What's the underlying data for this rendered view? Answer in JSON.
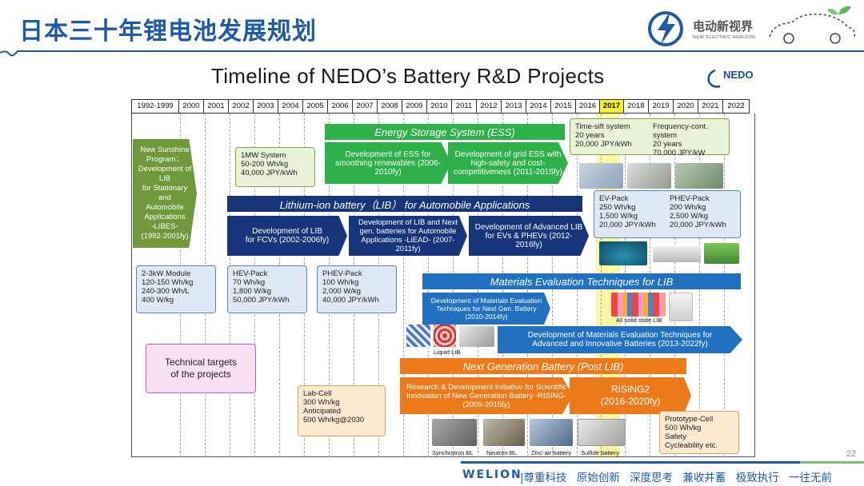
{
  "header": {
    "title": "日本三十年锂电池发展规划",
    "logo_text": "电动新视界",
    "logo_sub": "NEW ELECTRIC HORIZON"
  },
  "figure": {
    "title": "Timeline of NEDO’s Battery R&D Projects",
    "org_logo": "NEDO",
    "years": [
      "1992-1999",
      "2000",
      "2001",
      "2002",
      "2003",
      "2004",
      "2005",
      "2006",
      "2007",
      "2008",
      "2009",
      "2010",
      "2011",
      "2012",
      "2013",
      "2014",
      "2015",
      "2016",
      "2017",
      "2018",
      "2019",
      "2020",
      "2021",
      "2022"
    ],
    "highlight_year": "2017"
  },
  "ess": {
    "banner": "Energy Storage System (ESS)",
    "project1": "Development of ESS for smoothing renewables (2006-2010fy)",
    "project2": "Development of grid ESS with high-safety and cost-competitiveness (2011-2015fy)",
    "spec_1mw": {
      "title": "1MW System",
      "line1": "50-200 Wh/kg",
      "line2": "40,000 JPY/kWh"
    },
    "target": {
      "col1_title": "Time-sift system",
      "col1_line1": "20 years",
      "col1_line2": "20,000 JPY/kWh",
      "col2_title": "Frequency-cont.",
      "col2_line1": "system",
      "col2_line2": "20 years",
      "col2_line3": "70,000 JPY/kW"
    }
  },
  "libes": {
    "line1": "New Sunshine",
    "line2": "Program：",
    "line3": "Development of LIB",
    "line4": "for Stationary and",
    "line5": "Automobile",
    "line6": "Applications",
    "line7": "-LIBES-",
    "line8": "(1992-2001fy)"
  },
  "lib": {
    "banner": "Lithium-ion battery（LIB） for Automobile Applications",
    "project1_line1": "Development of LIB",
    "project1_line2": "for FCVs (2002-2006fy)",
    "project2": "Development of LIB and Next gen. batteries for Automobile Applications -LiEAD- (2007-2011fy)",
    "project3": "Development of Advanced LIB for EVs & PHEVs (2012-2016fy)",
    "target": {
      "col1_title": "EV-Pack",
      "col1_line1": "250 Wh/kg",
      "col1_line2": "1,500 W/kg",
      "col1_line3": "20,000 JPY/kWh",
      "col2_title": "PHEV-Pack",
      "col2_line1": "200 Wh/kg",
      "col2_line2": "2,500 W/kg",
      "col2_line3": "20,000 JPY/kWh"
    }
  },
  "specs": {
    "module": {
      "title": "2-3kW Module",
      "line1": "120-150 Wh/kg",
      "line2": "240-300 Wh/L",
      "line3": "400 W/kg"
    },
    "hev": {
      "title": "HEV-Pack",
      "line1": "70 Wh/kg",
      "line2": "1,800 W/kg",
      "line3": "50,000 JPY/kWh"
    },
    "phev": {
      "title": "PHEV-Pack",
      "line1": "100 Wh/kg",
      "line2": "2,000 W/kg",
      "line3": "40,000 JPY/kWh"
    }
  },
  "materials": {
    "banner": "Materials Evaluation Techniques for LIB",
    "project1": "Development of Materials Evaluation Techniques for Next Gen. Battery (2010-2014fy)",
    "project2_line1": "Development of Materials Evaluation Techniques for",
    "project2_line2": "Advanced and Innovative Batteries (2013-2022fy)",
    "photo_label_1": "Liquid LIB",
    "photo_label_2": "All solid state LIB"
  },
  "legend": {
    "line1": "Technical targets",
    "line2": "of the projects"
  },
  "post_lib": {
    "banner": "Next Generation Battery (Post LIB)",
    "project1": "Research & Development Initiative for Scientific Innovation of New Generation Battery -RISING- (2009-2015fy)",
    "project2_line1": "RISING2",
    "project2_line2": "(2016-2020fy)",
    "lab_cell": {
      "title": "Lab-Cell",
      "line1": "300 Wh/kg",
      "line2": "Anticipated",
      "line3": "500 Wh/kg@2030"
    },
    "prototype": {
      "title": "Prototype-Cell",
      "line1": "500 Wh/kg",
      "line2": "Safety",
      "line3": "Cycleability etc."
    },
    "photos": [
      "Synchrotron BL",
      "Neutron BL",
      "Zinc-air battery",
      "Sulfide battery"
    ]
  },
  "footer": {
    "brand": "WELION",
    "slogan": "|尊重科技 原始创新 深度思考 兼收并蓄 极致执行 一往无前",
    "page": "22"
  },
  "colors": {
    "brand_blue": "#1e5aa8",
    "ess_green": "#2eb04b",
    "lib_navy": "#17357a",
    "materials_blue": "#2270c0",
    "post_lib_orange": "#ec7a1b",
    "highlight_yellow": "#f3ef2a"
  }
}
